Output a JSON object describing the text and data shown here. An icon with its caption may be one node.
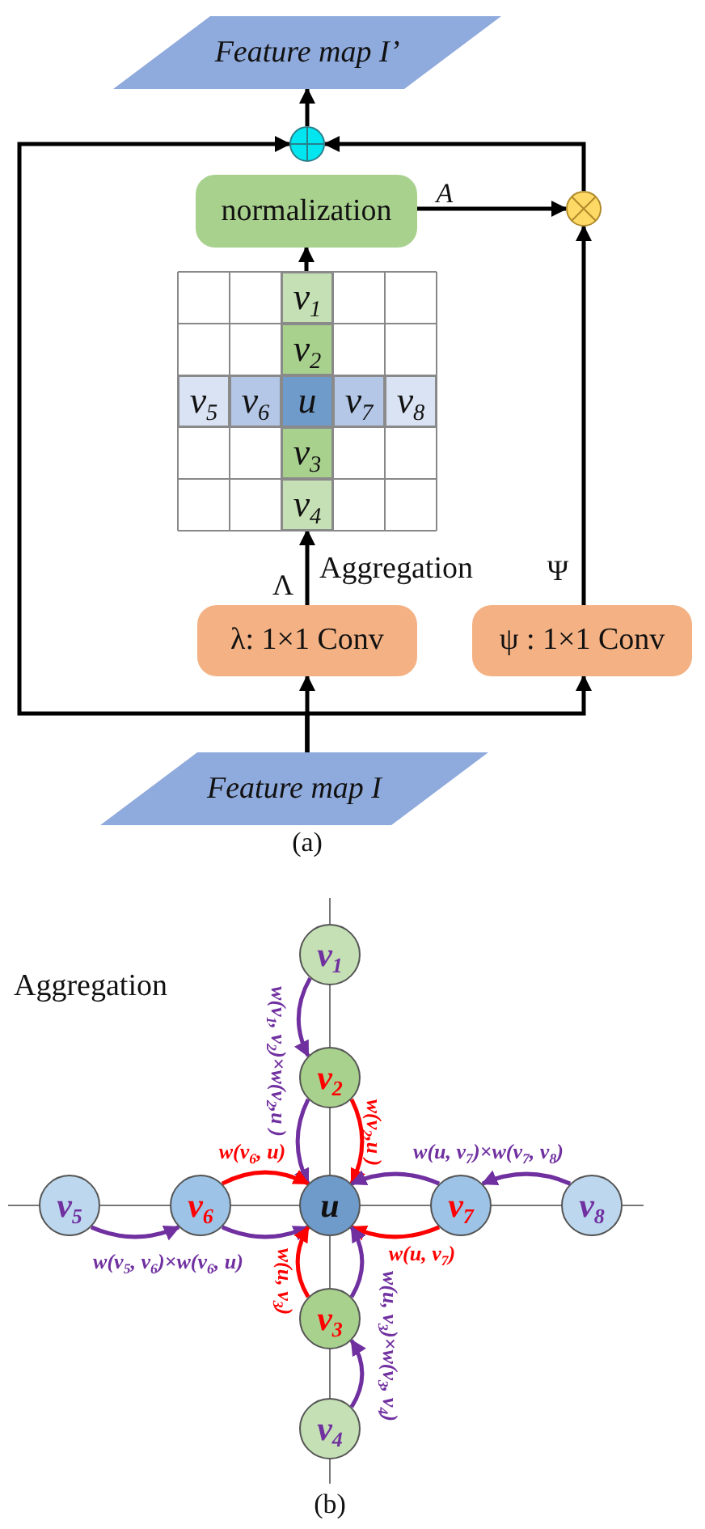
{
  "diagram": {
    "nodes": [
      {
        "text": [
          "Feature map I’"
        ]
      },
      {
        "text": [],
        "shape": "circle"
      },
      {
        "text": [
          "normalization"
        ]
      },
      {
        "text": [],
        "shape": "circle"
      },
      {
        "text": [],
        "shape": "box"
      },
      {
        "text": [
          "v$_{1}$"
        ],
        "in": 4
      },
      {
        "text": [
          "v$_{2}$"
        ],
        "in": 4
      },
      {
        "text": [
          "v$_{5}$"
        ],
        "in": 4
      },
      {
        "text": [
          "v$_{6}$"
        ],
        "in": 4
      },
      {
        "text": [
          "u"
        ],
        "in": 4
      },
      {
        "text": [
          "v$_{7}$"
        ],
        "in": 4
      },
      {
        "text": [
          "v$_{8}$"
        ],
        "in": 4
      },
      {
        "text": [
          "v$_{3}$"
        ],
        "in": 4
      },
      {
        "text": [
          "v$_{4}$"
        ],
        "in": 4
      },
      {
        "text": [
          "λ: 1×1 Conv"
        ],
        "beside": [
          "Λ"
        ]
      },
      {
        "text": [
          "ψ : 1×1 Conv"
        ],
        "beside": [
          "Ψ"
        ]
      },
      {
        "text": [
          "Feature map I"
        ]
      },
      {
        "text": [
          "v$_{1}$"
        ]
      },
      {
        "text": [
          "v$_{2}$"
        ]
      },
      {
        "text": [
          "v$_{5}$"
        ]
      },
      {
        "text": [
          "v$_{6}$"
        ]
      },
      {
        "text": [
          "u"
        ]
      },
      {
        "text": [
          "v$_{7}$"
        ]
      },
      {
        "text": [
          "v$_{8}$"
        ]
      },
      {
        "text": [
          "v$_{3}$"
        ]
      },
      {
        "text": [
          "v$_{4}$"
        ]
      }
    ],
    "edges": [
      {
        "from": 1,
        "to": 0,
        "arrow": "to"
      },
      {
        "from": 16,
        "to": 14,
        "arrow": "to"
      },
      {
        "from": 16,
        "to": 15,
        "arrow": "to"
      },
      {
        "from": 16,
        "to": 1,
        "arrow": "to"
      },
      {
        "from": 14,
        "to": 4,
        "arrow": "to",
        "label": "Aggregation"
      },
      {
        "from": 4,
        "to": 2,
        "arrow": "to"
      },
      {
        "from": 2,
        "to": 3,
        "arrow": "to",
        "label": "A"
      },
      {
        "from": 15,
        "to": 3,
        "arrow": "to"
      },
      {
        "from": 3,
        "to": 1,
        "arrow": "to"
      },
      {
        "from": 17,
        "to": 18,
        "arrow": "to",
        "label": "w(v$_{1}$, v$_{2}$)×w(v$_{2}$,u )",
        "color": "#7030a0"
      },
      {
        "from": 18,
        "to": 21,
        "arrow": "to",
        "color": "#7030a0"
      },
      {
        "from": 18,
        "to": 21,
        "arrow": "to",
        "label": "w(v$_{2}$,u )",
        "color": "#ff0000"
      },
      {
        "from": 20,
        "to": 21,
        "arrow": "to",
        "label": "w(v$_{6}$, u)",
        "color": "#ff0000"
      },
      {
        "from": 19,
        "to": 20,
        "arrow": "to",
        "label": "w(v$_{5}$, v$_{6}$)×w(v$_{6}$, u)",
        "color": "#7030a0"
      },
      {
        "from": 20,
        "to": 21,
        "arrow": "to",
        "color": "#7030a0"
      },
      {
        "from": 23,
        "to": 22,
        "arrow": "to",
        "label": "w(u, v$_{7}$)×w(v$_{7}$, v$_{8}$)",
        "color": "#7030a0"
      },
      {
        "from": 22,
        "to": 21,
        "arrow": "to",
        "color": "#7030a0"
      },
      {
        "from": 22,
        "to": 21,
        "arrow": "to",
        "label": "w(u, v$_{7}$)",
        "color": "#ff0000"
      },
      {
        "from": 24,
        "to": 21,
        "arrow": "to",
        "label": "w(u, v$_{3}$)",
        "color": "#ff0000"
      },
      {
        "from": 24,
        "to": 21,
        "arrow": "to",
        "color": "#7030a0"
      },
      {
        "from": 25,
        "to": 24,
        "arrow": "to",
        "label": "w(u, v$_{3}$)×w(v$_{3}$, v$_{4}$)",
        "color": "#7030a0"
      }
    ],
    "labels": [
      "(a)",
      "Aggregation",
      "(b)"
    ]
  }
}
